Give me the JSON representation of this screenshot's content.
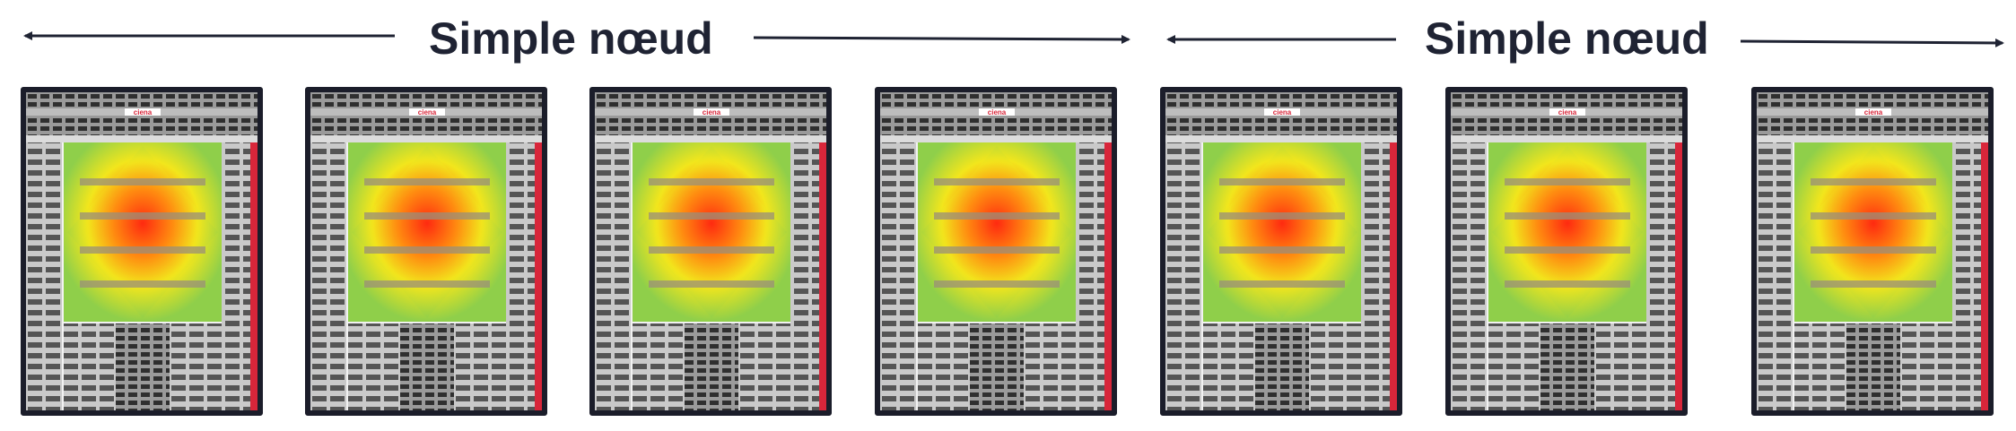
{
  "labels": [
    {
      "text": "Simple nœud"
    },
    {
      "text": "Simple nœud"
    }
  ],
  "chassis_units": [
    {
      "brand": "ciena"
    },
    {
      "brand": "ciena"
    },
    {
      "brand": "ciena"
    },
    {
      "brand": "ciena"
    },
    {
      "brand": "ciena"
    },
    {
      "brand": "ciena"
    },
    {
      "brand": "ciena"
    }
  ],
  "colors": {
    "outline": "#1b1d2a",
    "arrow": "#1f2333",
    "heat_low": "#8fcf4a",
    "heat_mid": "#f2e61c",
    "heat_high": "#ff2a10",
    "accent_red": "#d8263a"
  }
}
